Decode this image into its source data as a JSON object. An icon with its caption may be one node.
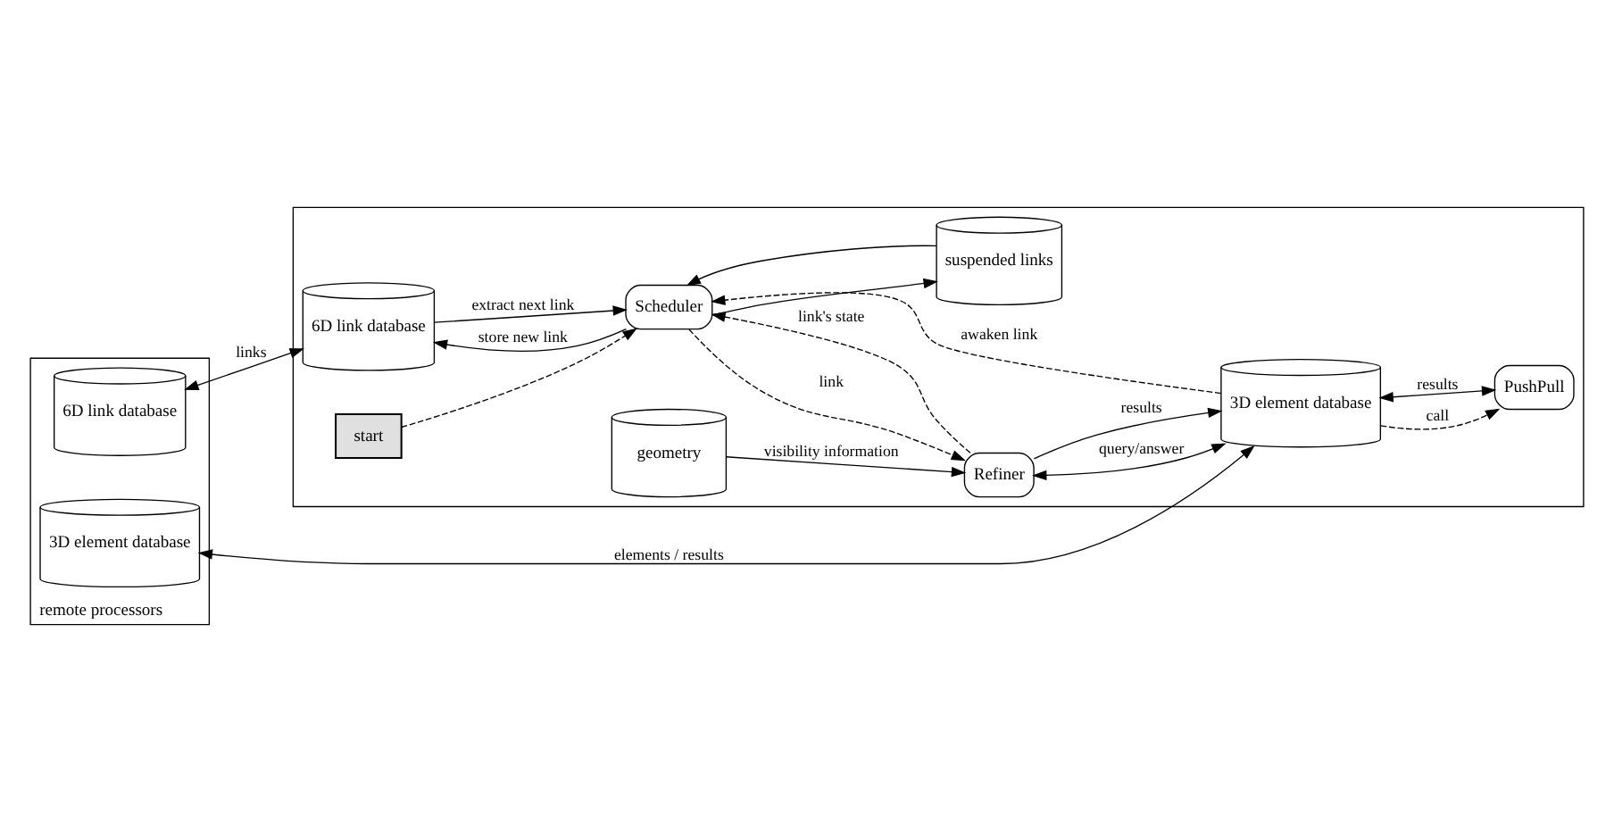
{
  "diagram": {
    "nodes": [
      {
        "text": [
          "remote processors"
        ]
      },
      {
        "text": [
          "6D link database"
        ],
        "in": 0
      },
      {
        "text": [
          "3D element database"
        ],
        "in": 0
      },
      {
        "text": [],
        "shape": "box"
      },
      {
        "text": [
          "6D link database"
        ],
        "in": 3
      },
      {
        "text": [
          "start"
        ],
        "in": 3
      },
      {
        "text": [
          "Scheduler"
        ],
        "in": 3
      },
      {
        "text": [
          "suspended links"
        ],
        "in": 3
      },
      {
        "text": [
          "3D element database"
        ],
        "in": 3
      },
      {
        "text": [
          "Refiner"
        ],
        "in": 3
      },
      {
        "text": [
          "geometry"
        ],
        "in": 3
      },
      {
        "text": [
          "PushPull"
        ],
        "in": 3
      }
    ],
    "edges": [
      {
        "from": 1,
        "to": 4,
        "arrow": "both",
        "label": "links"
      },
      {
        "from": 2,
        "to": 8,
        "arrow": "both",
        "label": "elements / results"
      },
      {
        "from": 5,
        "to": 6,
        "arrow": "to",
        "style": "dashed"
      },
      {
        "from": 6,
        "to": 4,
        "arrow": "to",
        "label": "store new link"
      },
      {
        "from": 4,
        "to": 6,
        "arrow": "to",
        "label": "extract next link"
      },
      {
        "from": 6,
        "to": 7,
        "arrow": "to"
      },
      {
        "from": 7,
        "to": 6,
        "arrow": "to"
      },
      {
        "from": 8,
        "to": 6,
        "arrow": "to",
        "style": "dashed",
        "label": "awaken link"
      },
      {
        "from": 6,
        "to": 9,
        "arrow": "to",
        "style": "dashed",
        "label": "link"
      },
      {
        "from": 9,
        "to": 6,
        "arrow": "to",
        "style": "dashed",
        "label": "link's state"
      },
      {
        "from": 8,
        "to": 9,
        "arrow": "both",
        "label": "query/answer"
      },
      {
        "from": 9,
        "to": 8,
        "arrow": "to",
        "label": "results"
      },
      {
        "from": 10,
        "to": 9,
        "arrow": "to",
        "label": "visibility information"
      },
      {
        "from": 8,
        "to": 11,
        "arrow": "to",
        "style": "dashed",
        "label": "call"
      },
      {
        "from": 11,
        "to": 8,
        "arrow": "both",
        "label": "results"
      }
    ]
  }
}
